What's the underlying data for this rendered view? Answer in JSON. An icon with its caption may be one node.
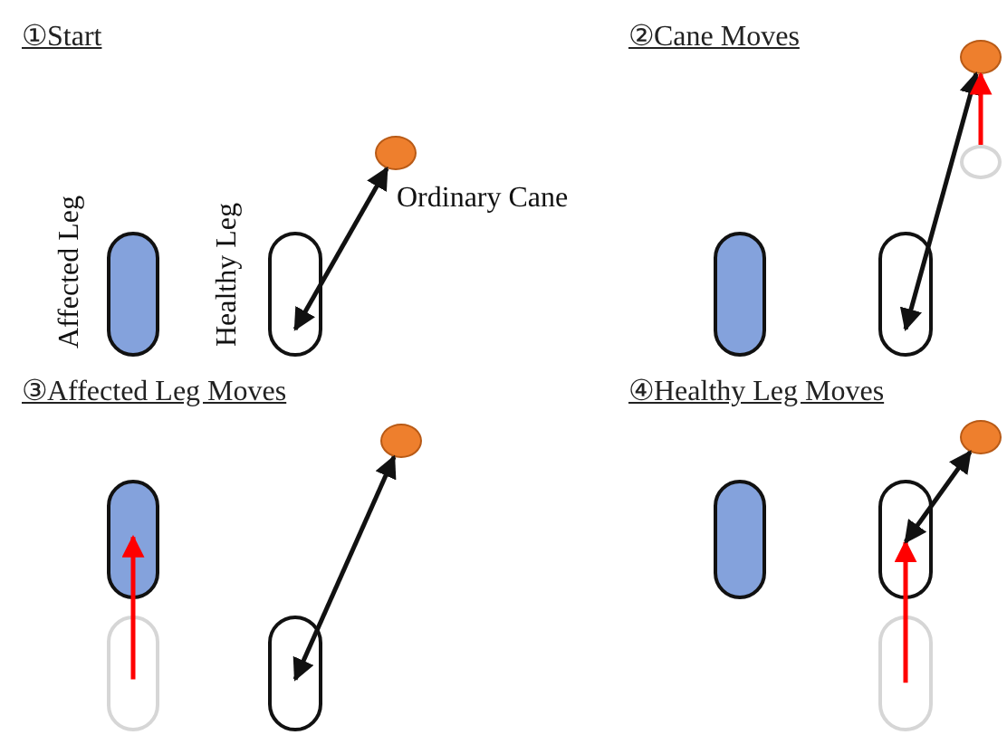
{
  "diagram": {
    "nodes": [
      {
        "text": [],
        "shape": "bar",
        "beside": [
          "Affected Leg"
        ]
      },
      {
        "text": [],
        "shape": "bar",
        "beside": [
          "Healthy Leg"
        ]
      },
      {
        "text": [],
        "shape": "circle",
        "beside": [
          "Ordinary Cane"
        ]
      },
      {
        "text": [],
        "shape": "bar"
      },
      {
        "text": [],
        "shape": "bar"
      },
      {
        "text": [],
        "shape": "circle"
      },
      {
        "text": [],
        "shape": "circle"
      },
      {
        "text": [],
        "shape": "bar"
      },
      {
        "text": [],
        "shape": "bar"
      },
      {
        "text": [],
        "shape": "bar"
      },
      {
        "text": [],
        "shape": "circle"
      },
      {
        "text": [],
        "shape": "bar"
      },
      {
        "text": [],
        "shape": "bar"
      },
      {
        "text": [],
        "shape": "bar"
      },
      {
        "text": [],
        "shape": "circle"
      }
    ],
    "edges": [
      {
        "from": 1,
        "to": 2,
        "arrow": "both"
      },
      {
        "from": 4,
        "to": 5,
        "arrow": "both"
      },
      {
        "from": 6,
        "to": 5,
        "arrow": "to",
        "color": "#ff0000"
      },
      {
        "from": 8,
        "to": 7,
        "arrow": "to",
        "color": "#ff0000"
      },
      {
        "from": 9,
        "to": 10,
        "arrow": "both"
      },
      {
        "from": 13,
        "to": 12,
        "arrow": "to",
        "color": "#ff0000"
      },
      {
        "from": 12,
        "to": 14,
        "arrow": "both"
      }
    ],
    "labels": [
      "①Start",
      "②Cane Moves",
      "③Affected Leg Moves",
      "④Healthy Leg Moves"
    ]
  }
}
